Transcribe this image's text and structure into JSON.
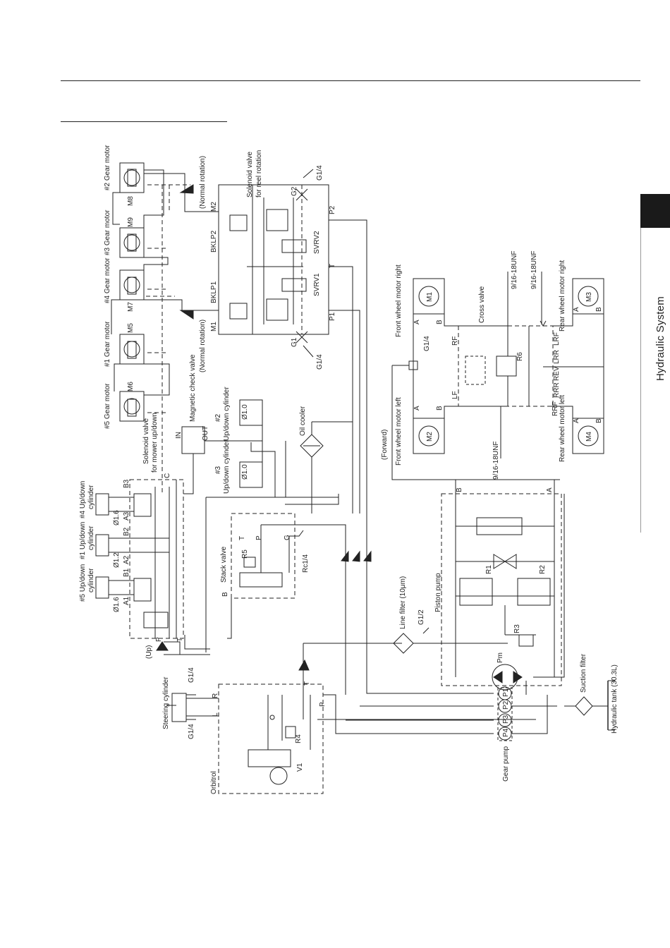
{
  "header": {
    "section_title": "Hydraulic System"
  },
  "diagram": {
    "gear_motors": [
      {
        "title": "#2 Gear motor",
        "id": "M8"
      },
      {
        "title": "#3 Gear motor",
        "id": "M9"
      },
      {
        "title": "#4 Gear motor",
        "id": "M7"
      },
      {
        "title": "#1 Gear motor",
        "id": "M5"
      },
      {
        "title": "#5 Gear motor",
        "id": "M6"
      }
    ],
    "normal_rotation": "(Normal rotation)",
    "reel_block": {
      "solenoid_title_1": "Solenoid valve",
      "solenoid_title_2": "for reel rotation",
      "M1": "M1",
      "M2": "M2",
      "BKLP1": "BKLP1",
      "BKLP2": "BKLP2",
      "SVRV1": "SVRV1",
      "SVRV2": "SVRV2",
      "G1": "G1",
      "G2": "G2",
      "P1": "P1",
      "P2": "P2",
      "T": "T",
      "port_size": "G1/4"
    },
    "magnetic_check_valve": {
      "label": "Magnetic check valve",
      "in": "IN",
      "out": "OUT"
    },
    "updown_cyl_2": {
      "line1": "#2",
      "line2": "Up/down cylinder",
      "dia": "Ø1.0"
    },
    "updown_cyl_3": {
      "line1": "#3",
      "line2": "Up/down cylinder",
      "dia": "Ø1.0"
    },
    "oil_cooler": "Oil cooler",
    "mower_solenoid": {
      "line1": "Solenoid valve",
      "line2": "for mower up/down",
      "B3": "B3",
      "A3": "A3",
      "B2": "B2",
      "A2": "A2",
      "B1": "B1",
      "A1": "A1",
      "C": "C",
      "P": "P",
      "T": "T",
      "up": "(Up)"
    },
    "updown_cyls": [
      {
        "line1": "#4 Up/down",
        "line2": "cylinder",
        "dia": "Ø1.6"
      },
      {
        "line1": "#1 Up/down",
        "line2": "cylinder",
        "dia": "Ø1.2"
      },
      {
        "line1": "#5 Up/down",
        "line2": "cylinder",
        "dia": "Ø1.6"
      }
    ],
    "stack_valve": {
      "label": "Stack valve",
      "R5": "R5",
      "T": "T",
      "P": "P",
      "G": "G",
      "B": "B",
      "Rc": "Rc1/4"
    },
    "line_filter": {
      "label": "Line filter (10μm)",
      "port": "G1/2"
    },
    "steering": {
      "label": "Steering cylinder",
      "port_top": "G1/4",
      "port_bottom": "G1/4",
      "R": "R",
      "L": "L"
    },
    "orbitrol": {
      "label": "Orbitrol",
      "T": "T",
      "P": "P",
      "R4": "R4",
      "V1": "V1"
    },
    "front_motor_right": {
      "label": "Front wheel motor  right",
      "id": "M1",
      "A": "A",
      "B": "B"
    },
    "front_motor_left": {
      "label": "Front wheel motor  left",
      "id": "M2",
      "A": "A",
      "B": "B"
    },
    "forward": "(Forward)",
    "rear_motor_right": {
      "label": "Rear wheel motor  right",
      "id": "M3",
      "A": "A",
      "B": "B"
    },
    "rear_motor_left": {
      "line1": "Rear wheel motor  left",
      "line2": "RRF",
      "id": "M4",
      "A": "A",
      "B": "B"
    },
    "cross_valve": {
      "label": "Cross valve",
      "R6": "R6",
      "RF": "RF",
      "LF": "LF",
      "G1_4": "G1/4",
      "LRF": "LRF",
      "LRR": "LRR",
      "REV": "REV",
      "RRR": "RRR",
      "unf_1": "9/16-18UNF",
      "unf_2": "9/16-18UNF",
      "unf_3": "9/16-18UNF"
    },
    "piston_pump": {
      "label": "Piston pump",
      "R1": "R1",
      "R2": "R2",
      "R3": "R3",
      "Pm": "Pm",
      "A": "A",
      "B": "B"
    },
    "gear_pump": {
      "label": "Gear pump",
      "P1": "P1",
      "P2": "P2",
      "P3": "P3",
      "P4": "P4"
    },
    "suction_filter": "Suction filter",
    "hydraulic_tank": "Hydraulic tank (30.3L)"
  },
  "colors": {
    "line": "#222222",
    "tab": "#1a1a1a"
  }
}
